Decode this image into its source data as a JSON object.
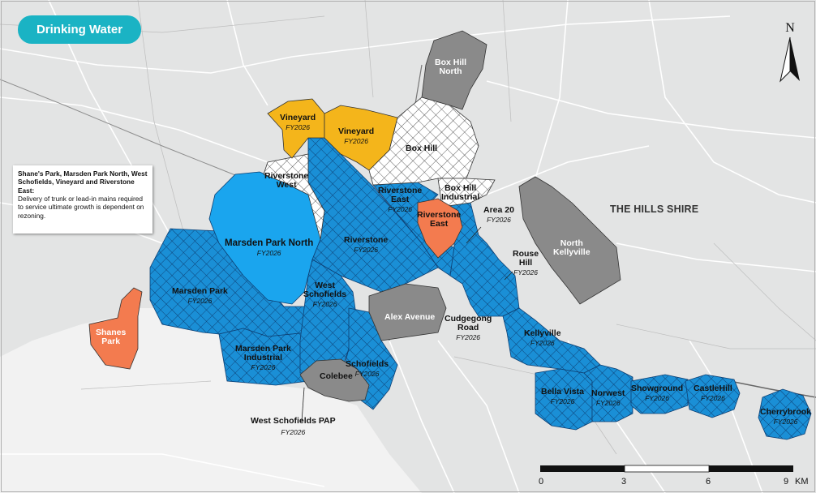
{
  "title_badge": "Drinking Water",
  "colors": {
    "badge": "#1ab3c4",
    "serviced_blue": "#1a8fd6",
    "planned_blue": "#1aa5ee",
    "amber": "#f4b51b",
    "orange": "#f37b4f",
    "grey": "#8a8a8a",
    "hatched": "#ffffff"
  },
  "note": {
    "heading": "Shane's Park, Marsden Park North, West Schofields, Vineyard and Riverstone East:",
    "body": "Delivery of trunk or lead-in mains required to service ultimate growth is dependent on rezoning."
  },
  "region_label": "THE HILLS SHIRE",
  "compass": {
    "letter": "N"
  },
  "scale": {
    "ticks": [
      "0",
      "3",
      "6",
      "9"
    ],
    "unit": "KM"
  },
  "areas": {
    "box_hill_north": {
      "name": "Box Hill\nNorth"
    },
    "vineyard_w": {
      "name": "Vineyard",
      "year": "FY2026"
    },
    "vineyard_e": {
      "name": "Vineyard",
      "year": "FY2026"
    },
    "box_hill": {
      "name": "Box Hill"
    },
    "riverstone_west": {
      "name": "Riverstone\nWest"
    },
    "box_hill_industrial": {
      "name": "Box Hill\nIndustrial"
    },
    "riverstone_east_blue": {
      "name": "Riverstone\nEast",
      "year": "FY2026"
    },
    "riverstone_east_orange": {
      "name": "Riverstone\nEast"
    },
    "area_20": {
      "name": "Area 20",
      "year": "FY2026"
    },
    "north_kellyville": {
      "name": "North\nKellyville"
    },
    "marsden_park_north": {
      "name": "Marsden Park North",
      "year": "FY2026"
    },
    "riverstone": {
      "name": "Riverstone",
      "year": "FY2026"
    },
    "rouse_hill": {
      "name": "Rouse\nHill",
      "year": "FY2026"
    },
    "marsden_park": {
      "name": "Marsden Park",
      "year": "FY2026"
    },
    "west_schofields": {
      "name": "West\nSchofields",
      "year": "FY2026"
    },
    "alex_avenue": {
      "name": "Alex Avenue"
    },
    "cudgegong_road": {
      "name": "Cudgegong\nRoad",
      "year": "FY2026"
    },
    "shanes_park": {
      "name": "Shanes\nPark"
    },
    "kellyville": {
      "name": "Kellyville",
      "year": "FY2026"
    },
    "marsden_park_industrial": {
      "name": "Marsden Park\nIndustrial",
      "year": "FY2026"
    },
    "schofields": {
      "name": "Schofields",
      "year": "FY2026"
    },
    "colebee": {
      "name": "Colebee"
    },
    "bella_vista": {
      "name": "Bella Vista",
      "year": "FY2026"
    },
    "norwest": {
      "name": "Norwest",
      "year": "FY2026"
    },
    "showground": {
      "name": "Showground",
      "year": "FY2026"
    },
    "castlehill": {
      "name": "CastleHill",
      "year": "FY2026"
    },
    "cherrybrook": {
      "name": "Cherrybrook",
      "year": "FY2026"
    },
    "west_schofields_pap": {
      "name": "West Schofields PAP",
      "year": "FY2026"
    }
  }
}
